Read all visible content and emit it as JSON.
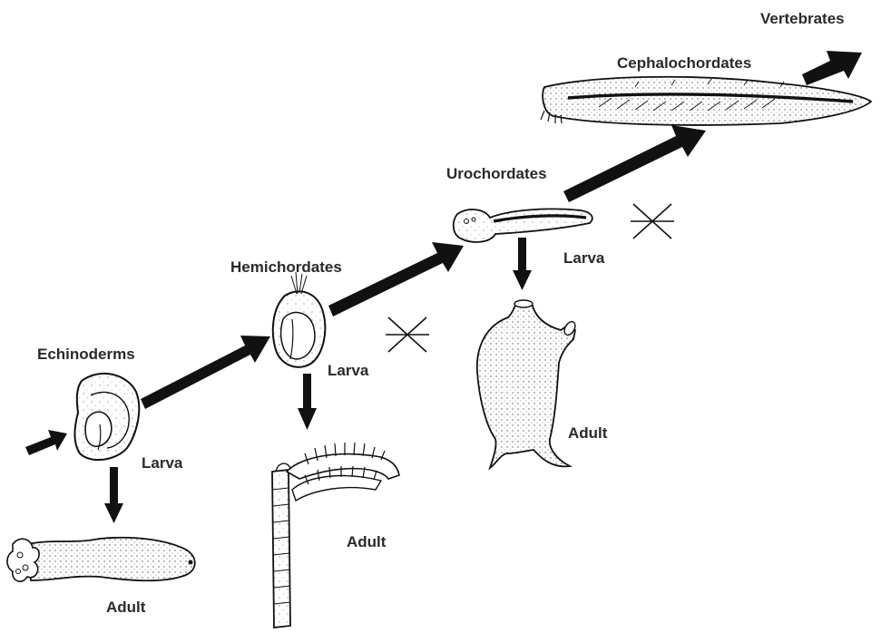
{
  "groups": {
    "vertebrates": "Vertebrates",
    "cephalochordates": "Cephalochordates",
    "urochordates": "Urochordates",
    "hemichordates": "Hemichordates",
    "echinoderms": "Echinoderms"
  },
  "stages": {
    "echinoderm_larva": "Larva",
    "echinoderm_adult": "Adult",
    "hemichordate_larva": "Larva",
    "hemichordate_adult": "Adult",
    "urochordate_larva": "Larva",
    "urochordate_adult": "Adult"
  },
  "colors": {
    "ink": "#111111",
    "label": "#2a2a2a",
    "stipple": "#555555"
  }
}
